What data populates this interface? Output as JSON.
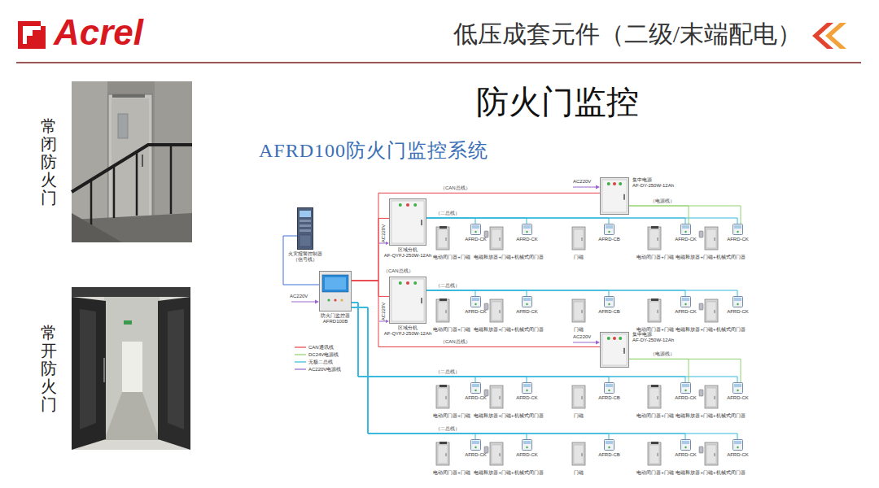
{
  "diagram": {
    "title": "防火门监控",
    "nodes": [
      {
        "text": [
          "火灾报警控制器",
          "（信号线）"
        ]
      },
      {
        "text": [
          "防火门监控器",
          "AFRD100B"
        ]
      },
      {
        "text": [
          "集中电源",
          "AF-DY-250W-12Ah"
        ]
      },
      {
        "text": [
          "区域分机",
          "AF-QYFJ-250W-12Ah"
        ]
      },
      {
        "text": [
          "区域分机",
          "AF-QYFJ-250W-12Ah"
        ]
      },
      {
        "text": [
          "集中电源",
          "AF-DY-250W-12Ah"
        ]
      },
      {
        "text": [
          "AFRD-CK"
        ]
      },
      {
        "text": [
          "AFRD-CK"
        ]
      },
      {
        "text": [
          "AFRD-CB"
        ]
      },
      {
        "text": [
          "AFRD-CK"
        ]
      },
      {
        "text": [
          "AFRD-CK"
        ]
      },
      {
        "text": [
          "AFRD-CK"
        ]
      },
      {
        "text": [
          "AFRD-CK"
        ]
      },
      {
        "text": [
          "AFRD-CB"
        ]
      },
      {
        "text": [
          "AFRD-CK"
        ]
      },
      {
        "text": [
          "AFRD-CK"
        ]
      },
      {
        "text": [
          "AFRD-CK"
        ]
      },
      {
        "text": [
          "AFRD-CK"
        ]
      },
      {
        "text": [
          "AFRD-CB"
        ]
      },
      {
        "text": [
          "AFRD-CK"
        ]
      },
      {
        "text": [
          "AFRD-CK"
        ]
      },
      {
        "text": [
          "AFRD-CK"
        ]
      },
      {
        "text": [
          "AFRD-CK"
        ]
      },
      {
        "text": [
          "AFRD-CB"
        ]
      },
      {
        "text": [
          "AFRD-CK"
        ]
      },
      {
        "text": [
          "AFRD-CK"
        ]
      }
    ],
    "edges": [
      {
        "from": 0,
        "to": 1,
        "arrow": "none"
      },
      {
        "from": 1,
        "to": 2,
        "label": "（CAN总线）",
        "arrow": "none"
      },
      {
        "from": 1,
        "to": 3,
        "label": "（CAN总线）",
        "arrow": "none"
      },
      {
        "from": 1,
        "to": 4,
        "arrow": "none"
      },
      {
        "from": 1,
        "to": 5,
        "label": "（CAN总线）",
        "arrow": "none"
      },
      {
        "from": 3,
        "to": 6,
        "label": "（二总线）",
        "arrow": "none"
      },
      {
        "from": 3,
        "to": 7,
        "arrow": "none"
      },
      {
        "from": 3,
        "to": 8,
        "arrow": "none"
      },
      {
        "from": 3,
        "to": 9,
        "arrow": "none"
      },
      {
        "from": 3,
        "to": 10,
        "arrow": "none"
      },
      {
        "from": 4,
        "to": 11,
        "label": "（二总线）",
        "arrow": "none"
      },
      {
        "from": 4,
        "to": 12,
        "arrow": "none"
      },
      {
        "from": 4,
        "to": 13,
        "arrow": "none"
      },
      {
        "from": 4,
        "to": 14,
        "arrow": "none"
      },
      {
        "from": 4,
        "to": 15,
        "arrow": "none"
      },
      {
        "from": 1,
        "to": 16,
        "label": "（二总线）",
        "arrow": "none"
      },
      {
        "from": 1,
        "to": 17,
        "arrow": "none"
      },
      {
        "from": 1,
        "to": 18,
        "arrow": "none"
      },
      {
        "from": 1,
        "to": 19,
        "arrow": "none"
      },
      {
        "from": 1,
        "to": 20,
        "arrow": "none"
      },
      {
        "from": 1,
        "to": 21,
        "label": "（二总线）",
        "arrow": "none"
      },
      {
        "from": 1,
        "to": 22,
        "arrow": "none"
      },
      {
        "from": 1,
        "to": 23,
        "arrow": "none"
      },
      {
        "from": 1,
        "to": 24,
        "arrow": "none"
      },
      {
        "from": 1,
        "to": 25,
        "arrow": "none"
      },
      {
        "from": 2,
        "to": 9,
        "label": "（电源线）",
        "arrow": "none"
      },
      {
        "from": 2,
        "to": 10,
        "arrow": "none"
      },
      {
        "from": 5,
        "to": 19,
        "label": "（电源线）",
        "arrow": "none"
      },
      {
        "from": 5,
        "to": 20,
        "arrow": "none"
      }
    ],
    "labels": [
      "Acrel",
      "低压成套元件（二级/末端配电）",
      "常闭防火门",
      "常开防火门",
      "AFRD100防火门监控系统",
      "AC220V",
      "AC220V",
      "AC220V",
      "AC220V",
      "AC220V",
      "电动闭门器+门磁",
      "电磁释放器+门磁+机械式闭门器",
      "门磁",
      "电动闭门器+门磁",
      "电磁释放器+门磁+机械式闭门器",
      "电动闭门器+门磁",
      "电磁释放器+门磁+机械式闭门器",
      "门磁",
      "电动闭门器+门磁",
      "电磁释放器+门磁+机械式闭门器",
      "电动闭门器+门磁",
      "电磁释放器+门磁+机械式闭门器",
      "门磁",
      "电动闭门器+门磁",
      "电磁释放器+门磁+机械式闭门器",
      "电动闭门器+门磁",
      "电磁释放器+门磁+机械式闭门器",
      "门磁",
      "电动闭门器+门磁",
      "电磁释放器+门磁+机械式闭门器"
    ],
    "legend": [
      {
        "text": "CAN通讯线"
      },
      {
        "text": "DC24V电源线"
      },
      {
        "text": "无极二总线"
      },
      {
        "text": "AC220V电源线"
      }
    ]
  }
}
